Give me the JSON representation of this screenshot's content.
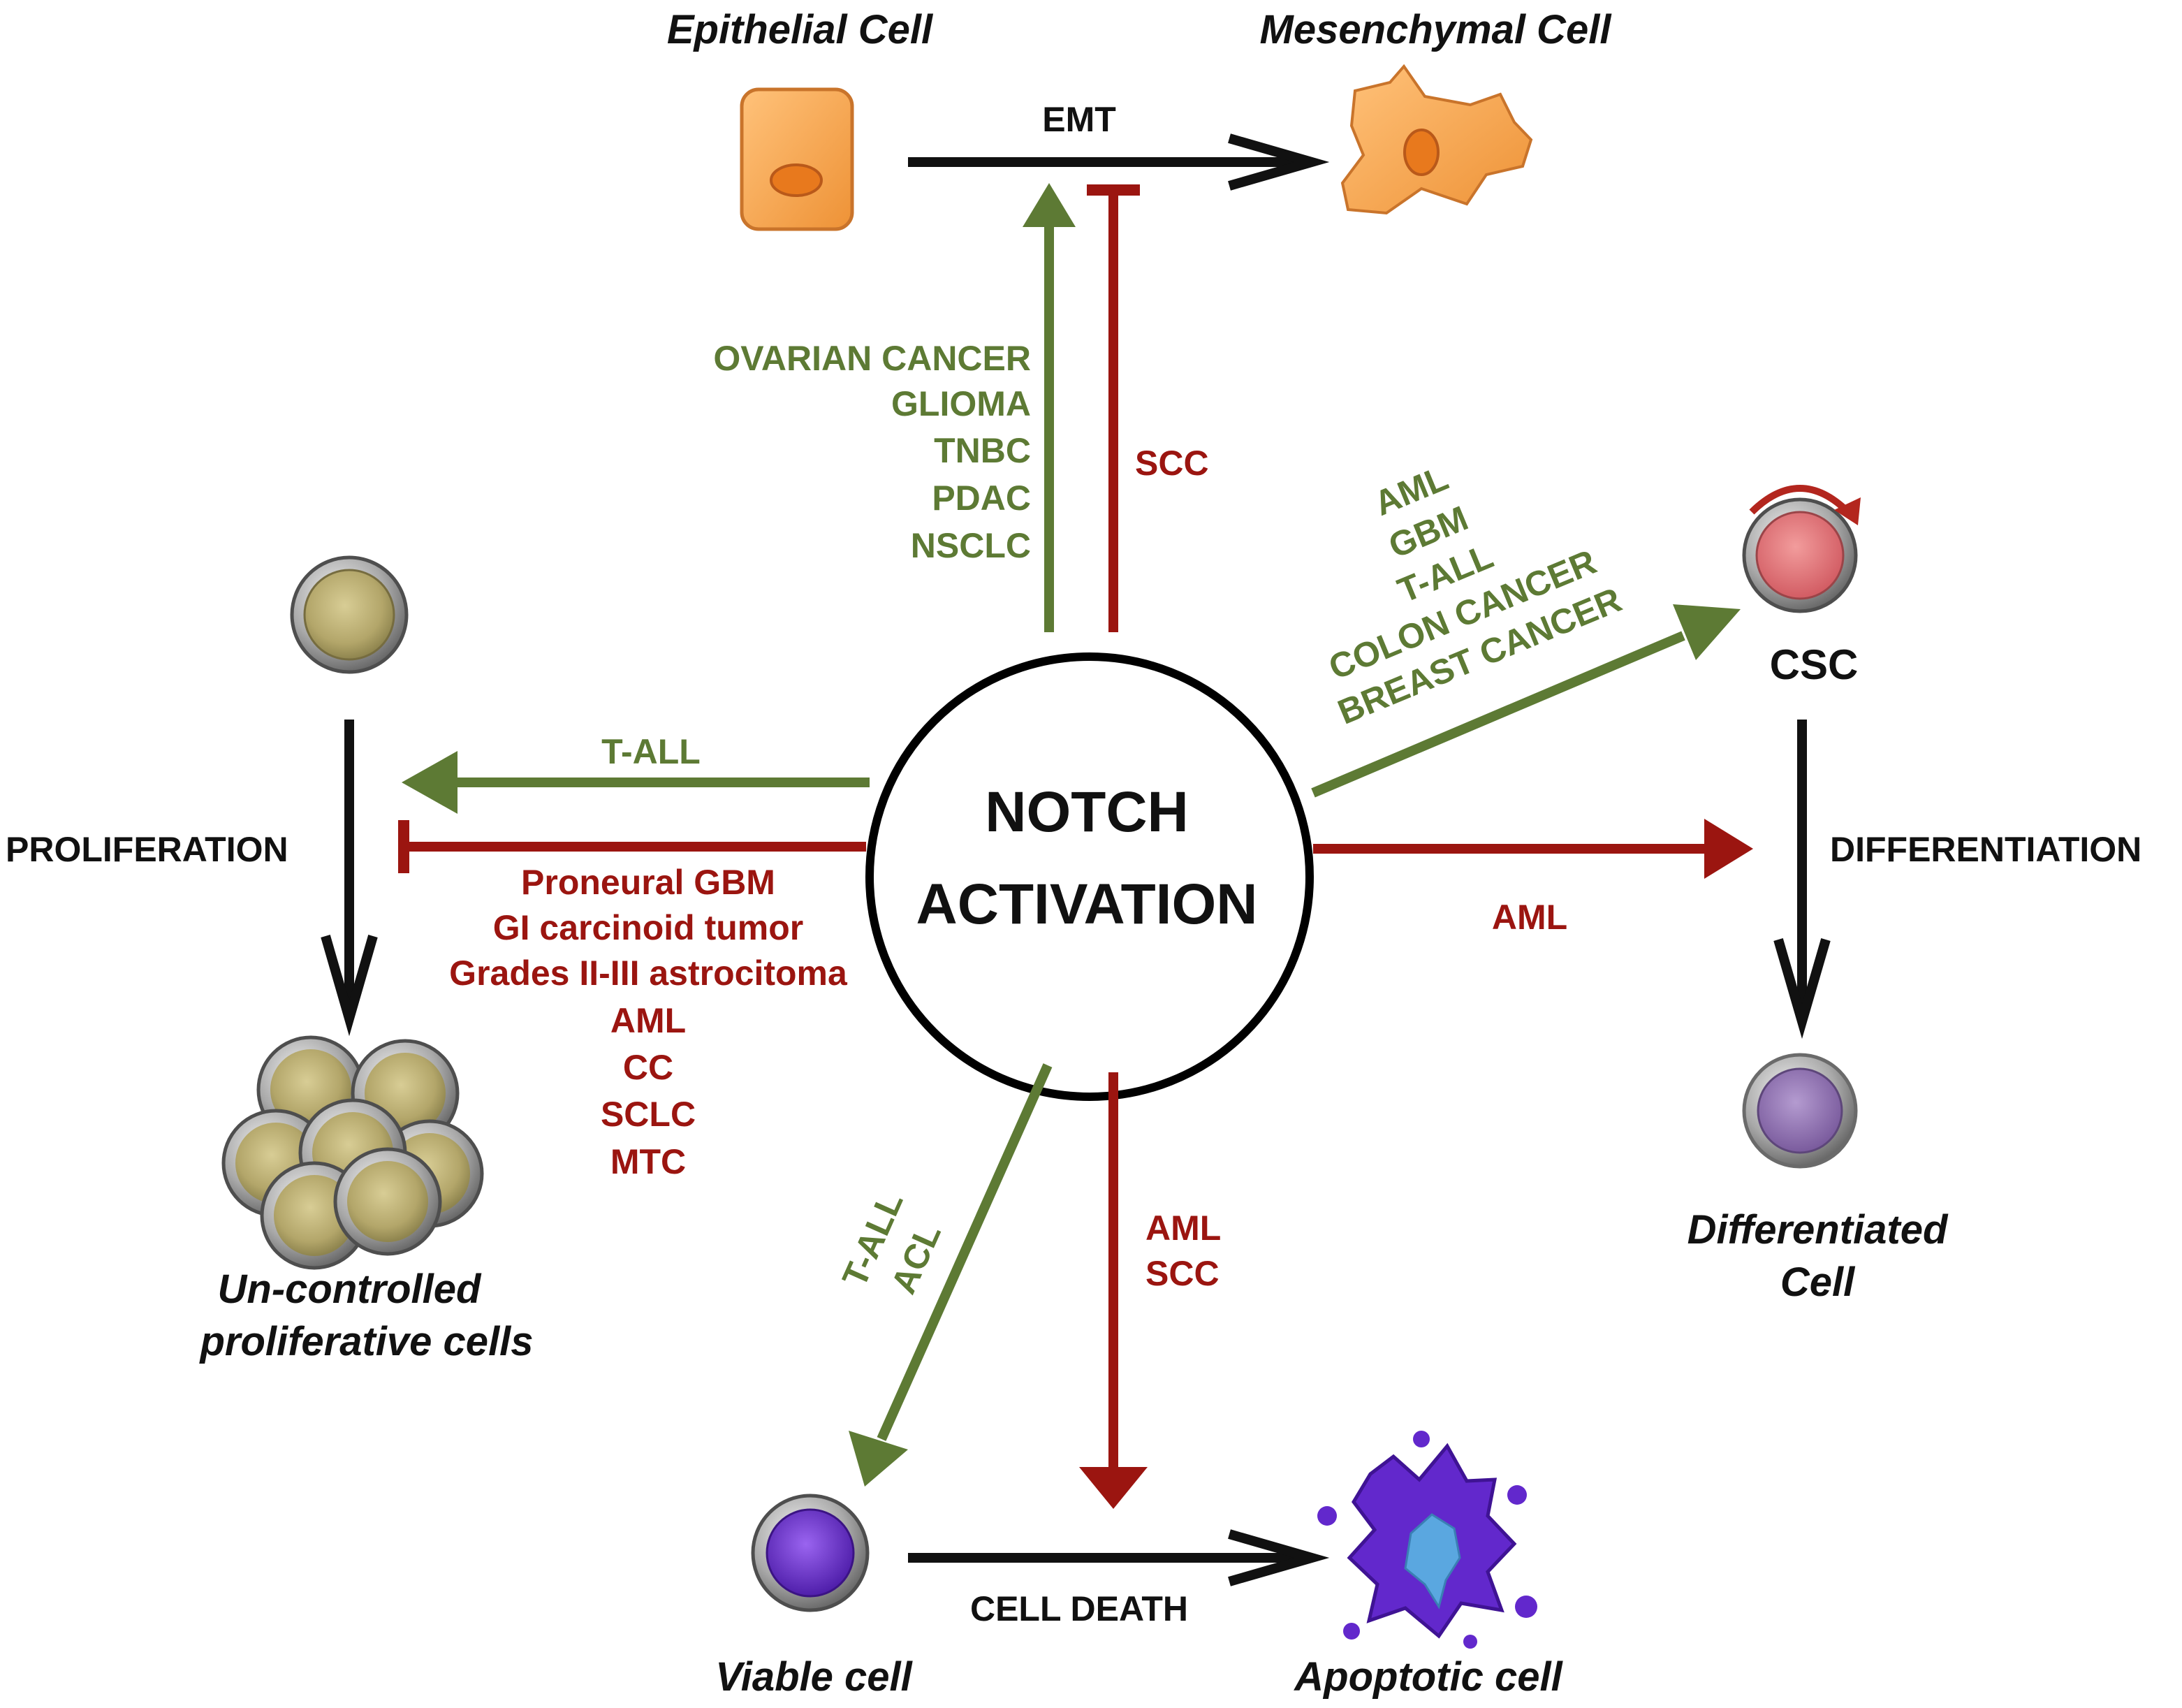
{
  "center": {
    "line1": "NOTCH",
    "line2": "ACTIVATION"
  },
  "cells": {
    "epithelial": "Epithelial Cell",
    "mesenchymal": "Mesenchymal Cell",
    "csc": "CSC",
    "differentiated_line1": "Differentiated",
    "differentiated_line2": "Cell",
    "uncontrolled_line1": "Un-controlled",
    "uncontrolled_line2": "proliferative cells",
    "viable": "Viable cell",
    "apoptotic": "Apoptotic cell"
  },
  "processes": {
    "emt": "EMT",
    "proliferation": "PROLIFERATION",
    "differentiation": "DIFFERENTIATION",
    "cell_death": "CELL DEATH"
  },
  "edges": {
    "emt_promote": [
      "OVARIAN CANCER",
      "GLIOMA",
      "TNBC",
      "PDAC",
      "NSCLC"
    ],
    "emt_inhibit": [
      "SCC"
    ],
    "csc_promote": [
      "AML",
      "GBM",
      "T-ALL",
      "COLON CANCER",
      "BREAST CANCER"
    ],
    "differentiation_inhibit": [
      "AML"
    ],
    "proliferation_promote": [
      "T-ALL"
    ],
    "proliferation_inhibit": [
      "Proneural GBM",
      "GI carcinoid tumor",
      "Grades II-III astrocitoma",
      "AML",
      "CC",
      "SCLC",
      "MTC"
    ],
    "viability_promote": [
      "T-ALL",
      "ACL"
    ],
    "death_inhibit": [
      "AML",
      "SCC"
    ]
  },
  "colors": {
    "promote": "#5d7a34",
    "inhibit": "#9b1510",
    "process": "#111111",
    "epithelial": "#f7a94e",
    "csc": "#e07074",
    "differentiated": "#8c6fae",
    "proliferative": "#bfb276",
    "viable": "#6a2bd2",
    "apoptotic": "#6228cc",
    "nucleus_apoptotic": "#5aa7e0"
  }
}
